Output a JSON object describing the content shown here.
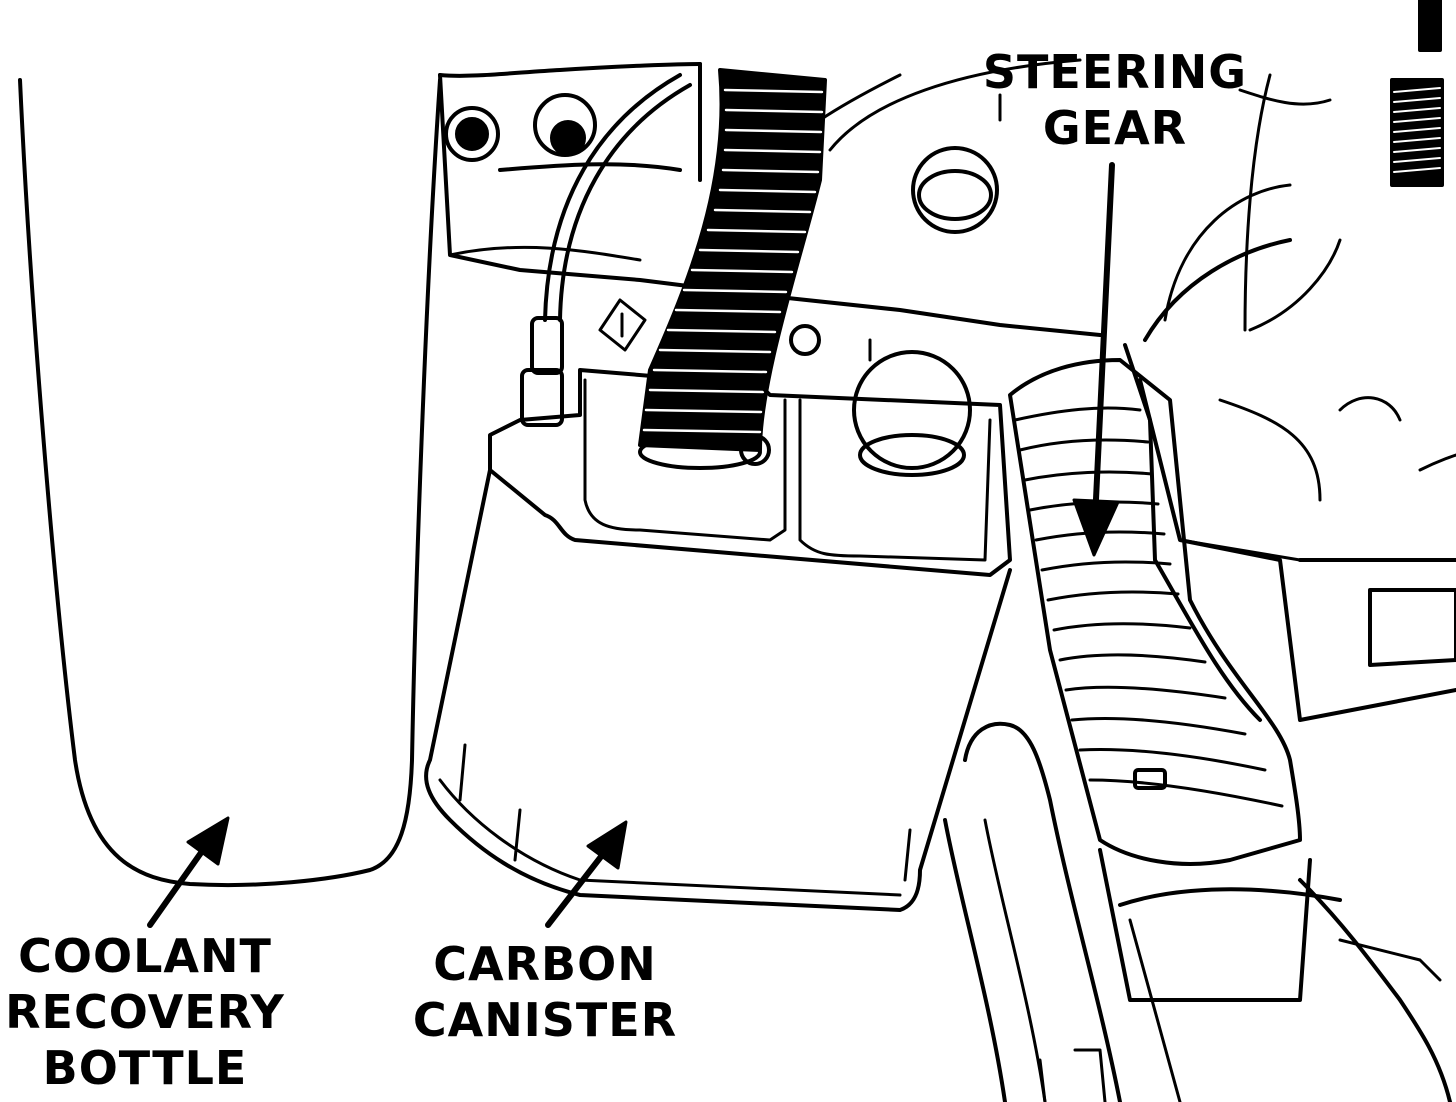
{
  "labels": {
    "steering_gear": [
      "STEERING",
      "GEAR"
    ],
    "coolant_recovery_bottle": [
      "COOLANT",
      "RECOVERY",
      "BOTTLE"
    ],
    "carbon_canister": [
      "CARBON",
      "CANISTER"
    ]
  },
  "colors": {
    "ink": "#000000",
    "paper": "#ffffff"
  }
}
